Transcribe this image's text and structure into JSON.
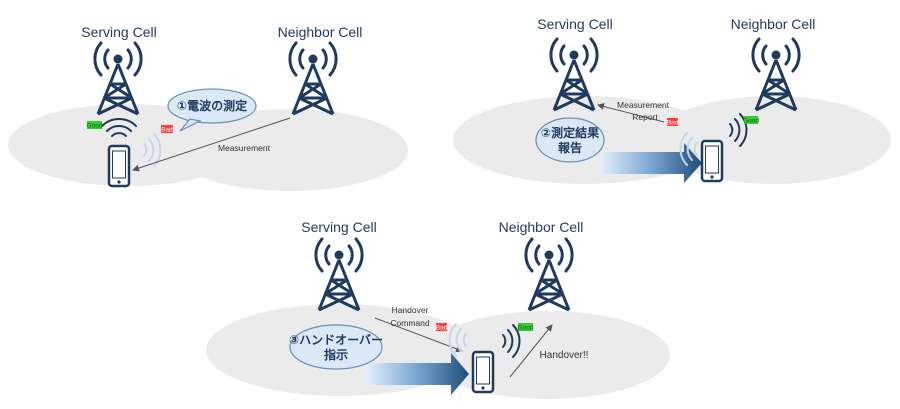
{
  "labels": {
    "serving_cell": "Serving Cell",
    "neighbor_cell": "Neighbor Cell",
    "good": "Good",
    "bad": "Bad",
    "measurement": "Measurement",
    "measurement_report_1": "Measurement",
    "measurement_report_2": "Report",
    "handover_command_1": "Handover",
    "handover_command_2": "Command",
    "handover_done": "Handover!!"
  },
  "steps": {
    "step1": "①電波の測定",
    "step2_line1": "②測定結果",
    "step2_line2": "報告",
    "step3_line1": "③ハンドオーバー",
    "step3_line2": "指示"
  },
  "colors": {
    "tower": "#1f3a5f",
    "cell_area": "#ebebeb",
    "cloud_fill": "#dbe8f5",
    "cloud_stroke": "#6a8fb5",
    "arrow_dark": "#1f4e79",
    "arrow_light": "#deebf7",
    "good": "#33cc33",
    "bad": "#ff3b3b",
    "signal_light": "#c5d7ea"
  },
  "icons": [
    "cell-tower-icon",
    "smartphone-icon",
    "signal-wave-icon",
    "speech-cloud"
  ]
}
